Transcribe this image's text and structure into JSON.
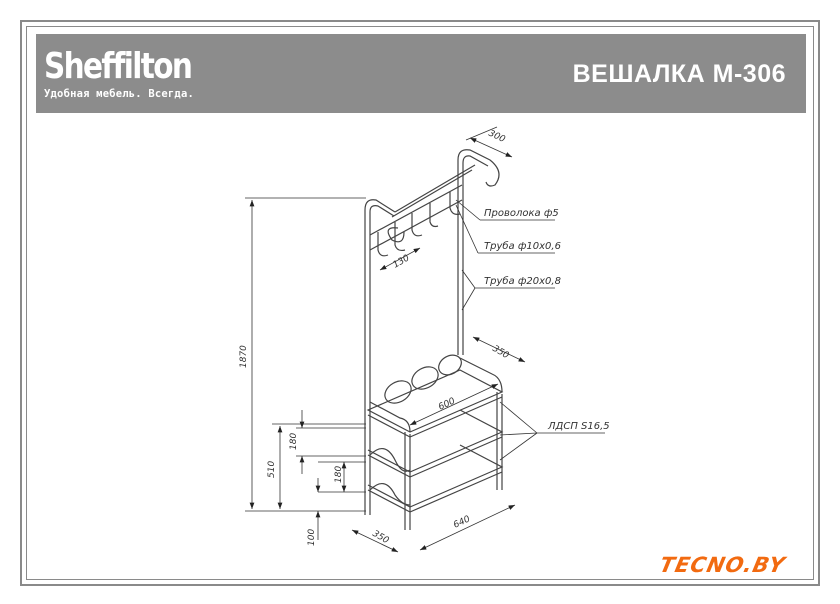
{
  "header": {
    "brand": "Sheffilton",
    "tagline": "Удобная мебель. Всегда.",
    "title": "ВЕШАЛКА М-306"
  },
  "drawing": {
    "dimensions": {
      "top_depth": "300",
      "hook_spacing": "130",
      "total_height": "1870",
      "shelf_depth_top": "350",
      "shelf_width_top": "600",
      "shelf_block_height": "510",
      "shelf_gap_1": "180",
      "shelf_gap_2": "180",
      "bottom_clearance": "100",
      "base_depth": "350",
      "base_width": "640"
    },
    "callouts": {
      "wire": "Проволока ф5",
      "tube_small": "Труба ф10х0,6",
      "tube_large": "Труба ф20х0,8",
      "shelf_material": "ЛДСП S16,5"
    }
  },
  "watermark": "TECNO.BY",
  "colors": {
    "header_bg": "#8c8c8c",
    "watermark": "#f26a10"
  }
}
